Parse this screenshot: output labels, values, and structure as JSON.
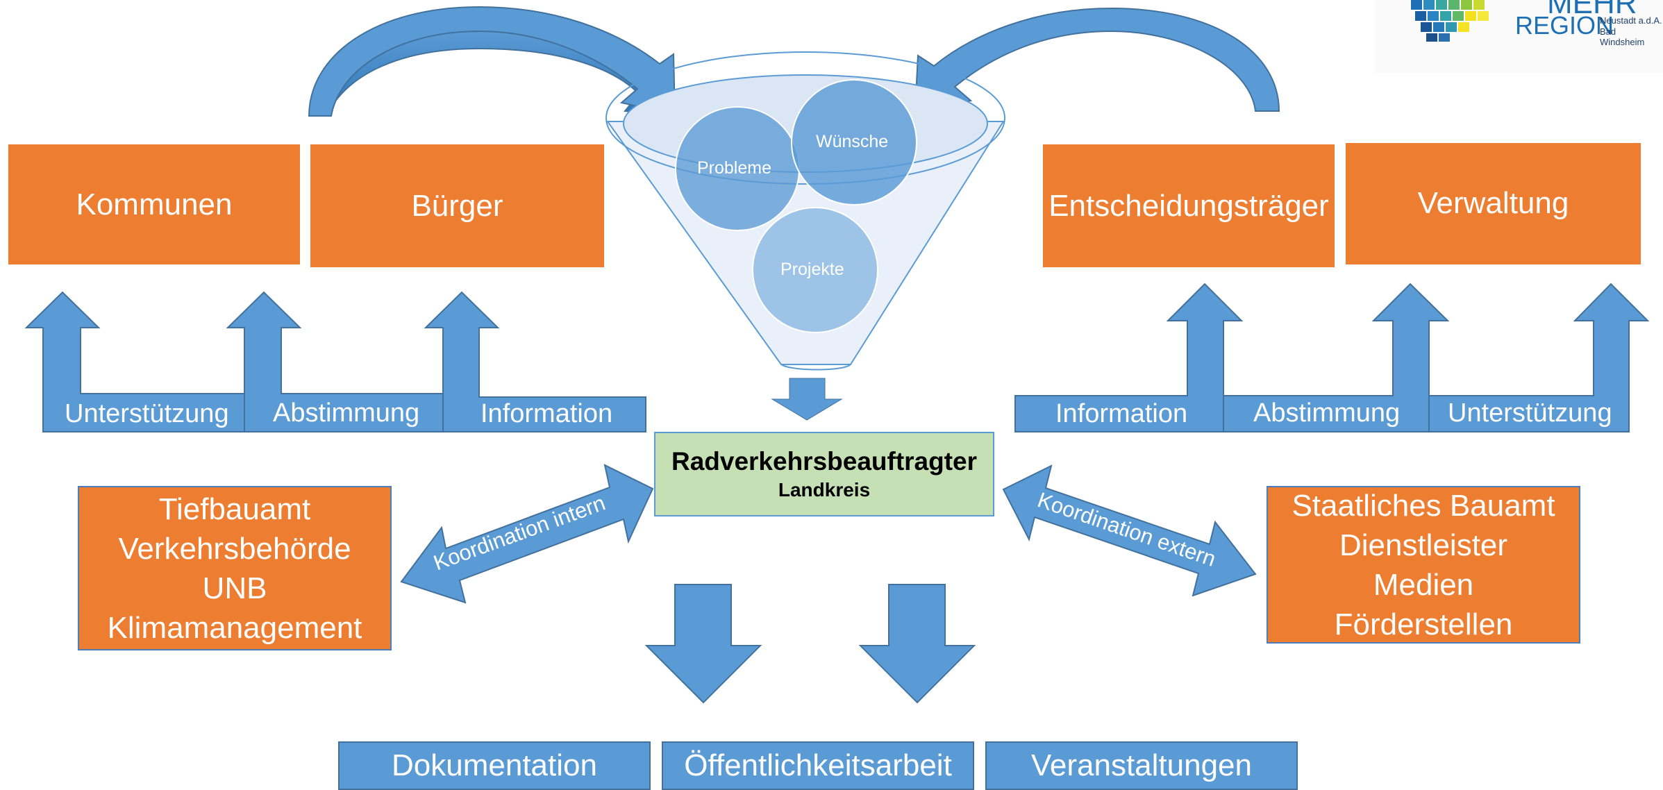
{
  "funnel": {
    "circles": [
      "Probleme",
      "Wünsche",
      "Projekte"
    ]
  },
  "left_groups": [
    "Kommunen",
    "Bürger"
  ],
  "right_groups": [
    "Entscheidungsträger",
    "Verwaltung"
  ],
  "left_arrow_labels": [
    "Unterstützung",
    "Abstimmung",
    "Information"
  ],
  "right_arrow_labels": [
    "Information",
    "Abstimmung",
    "Unterstützung"
  ],
  "center": {
    "title": "Radverkehrsbeauftragter",
    "subtitle": "Landkreis"
  },
  "internal": {
    "arrow_label": "Koordination intern",
    "items": [
      "Tiefbauamt",
      "Verkehrsbehörde",
      "UNB",
      "Klimamanagement"
    ]
  },
  "external": {
    "arrow_label": "Koordination extern",
    "items": [
      "Staatliches Bauamt",
      "Dienstleister",
      "Medien",
      "Förderstellen"
    ]
  },
  "outputs": [
    "Dokumentation",
    "Öffentlichkeitsarbeit",
    "Veranstaltungen"
  ],
  "logo": {
    "word1": "MEHR",
    "word2": "REGION",
    "line1": "Neustadt a.d.A.",
    "line2": "Bad Windsheim"
  },
  "colors": {
    "orange": "#ed7d31",
    "blue": "#5b9bd5",
    "green": "#c5e0b4"
  }
}
